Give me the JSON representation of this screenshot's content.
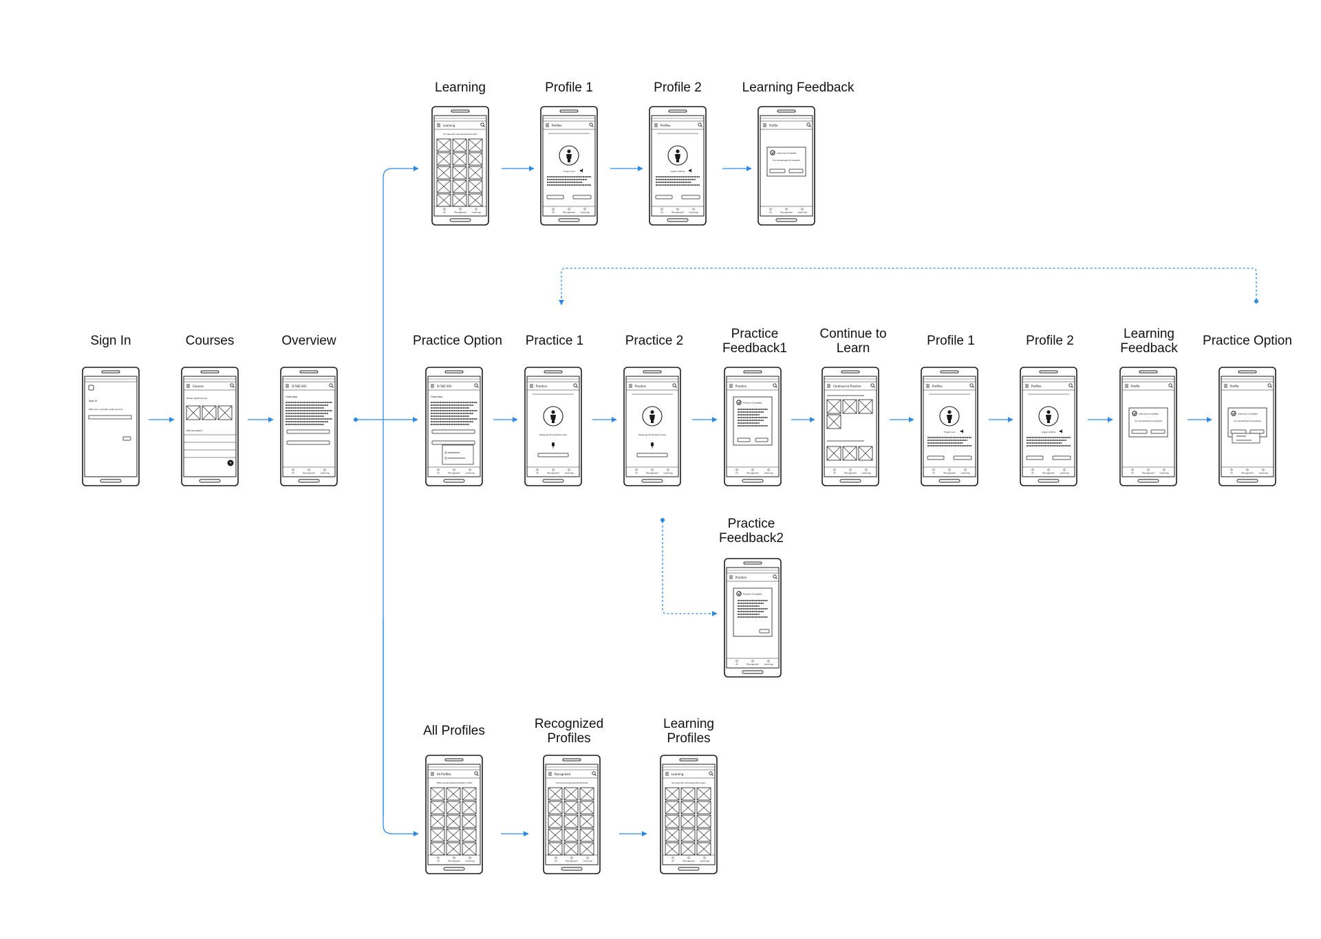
{
  "diagram": {
    "style": {
      "line_color": "#2a8ae6",
      "phone_outline": "#1a1a1a",
      "background": "#ffffff"
    },
    "screens": [
      {
        "id": "signin",
        "label": "Sign In",
        "kind": "signin",
        "header": "",
        "sub": "Sign In",
        "line2": "With your university email account"
      },
      {
        "id": "courses",
        "label": "Courses",
        "kind": "courses",
        "header": "Courses",
        "sub": "Winter 2016 Course",
        "line2": "Past Semesters"
      },
      {
        "id": "overview",
        "label": "Overview",
        "kind": "overview",
        "header": "SI 582 001",
        "sub": "Overview"
      },
      {
        "id": "learning-top",
        "label": "Learning",
        "kind": "grid",
        "header": "Learning",
        "sub": "You have 20 more students to learn"
      },
      {
        "id": "profile1-top",
        "label": "Profile 1",
        "kind": "profile",
        "header": "Profiles",
        "name": "Yingyu Guo"
      },
      {
        "id": "profile2-top",
        "label": "Profile 2",
        "kind": "profile",
        "header": "Profiles",
        "name": "Logan Adams"
      },
      {
        "id": "learning-feedback-top",
        "label": "Learning Feedback",
        "kind": "dialog",
        "header": "Profile",
        "title": "Learning Complete",
        "sub": "You remembered 20 students"
      },
      {
        "id": "practice-option-1",
        "label": "Practice Option",
        "kind": "overview",
        "header": "SI 582 001",
        "sub": "Overview"
      },
      {
        "id": "practice1",
        "label": "Practice 1",
        "kind": "practice",
        "header": "Practice",
        "prompt": "Please say the student's name"
      },
      {
        "id": "practice2",
        "label": "Practice 2",
        "kind": "practice",
        "header": "Practice",
        "prompt": "Please say the student's name"
      },
      {
        "id": "practice-feedback1",
        "label": "Practice\nFeedback1",
        "kind": "feedback",
        "header": "Practice",
        "title": "Practice Complete"
      },
      {
        "id": "continue-learn",
        "label": "Continue to\nLearn",
        "kind": "continue",
        "header": "Continue to Practice"
      },
      {
        "id": "profile1-mid",
        "label": "Profile 1",
        "kind": "profile",
        "header": "Profiles",
        "name": "Yingyu Guo"
      },
      {
        "id": "profile2-mid",
        "label": "Profile 2",
        "kind": "profile",
        "header": "Profiles",
        "name": "Logan Adams"
      },
      {
        "id": "learning-feedback-mid",
        "label": "Learning\nFeedback",
        "kind": "dialog",
        "header": "Profile",
        "title": "Learning Complete",
        "sub": "You remembered 11 students"
      },
      {
        "id": "practice-option-2",
        "label": "Practice Option",
        "kind": "dialog",
        "header": "Profile",
        "title": "Learning Complete",
        "sub": "You remembered 11 students"
      },
      {
        "id": "practice-feedback2",
        "label": "Practice\nFeedback2",
        "kind": "feedback",
        "header": "Practice",
        "title": "Practice Complete"
      },
      {
        "id": "all-profiles",
        "label": "All Profiles",
        "kind": "grid",
        "header": "All Profiles",
        "sub": "There are 40 student profiles in total"
      },
      {
        "id": "recognized-profiles",
        "label": "Recognized\nProfiles",
        "kind": "grid",
        "header": "Recognized",
        "sub": "You have recognized 20 students"
      },
      {
        "id": "learning-profiles",
        "label": "Learning\nProfiles",
        "kind": "grid",
        "header": "Learning",
        "sub": "You have 20 more students to learn"
      }
    ],
    "tab_bar": [
      "All",
      "Recognized",
      "Learning"
    ]
  }
}
